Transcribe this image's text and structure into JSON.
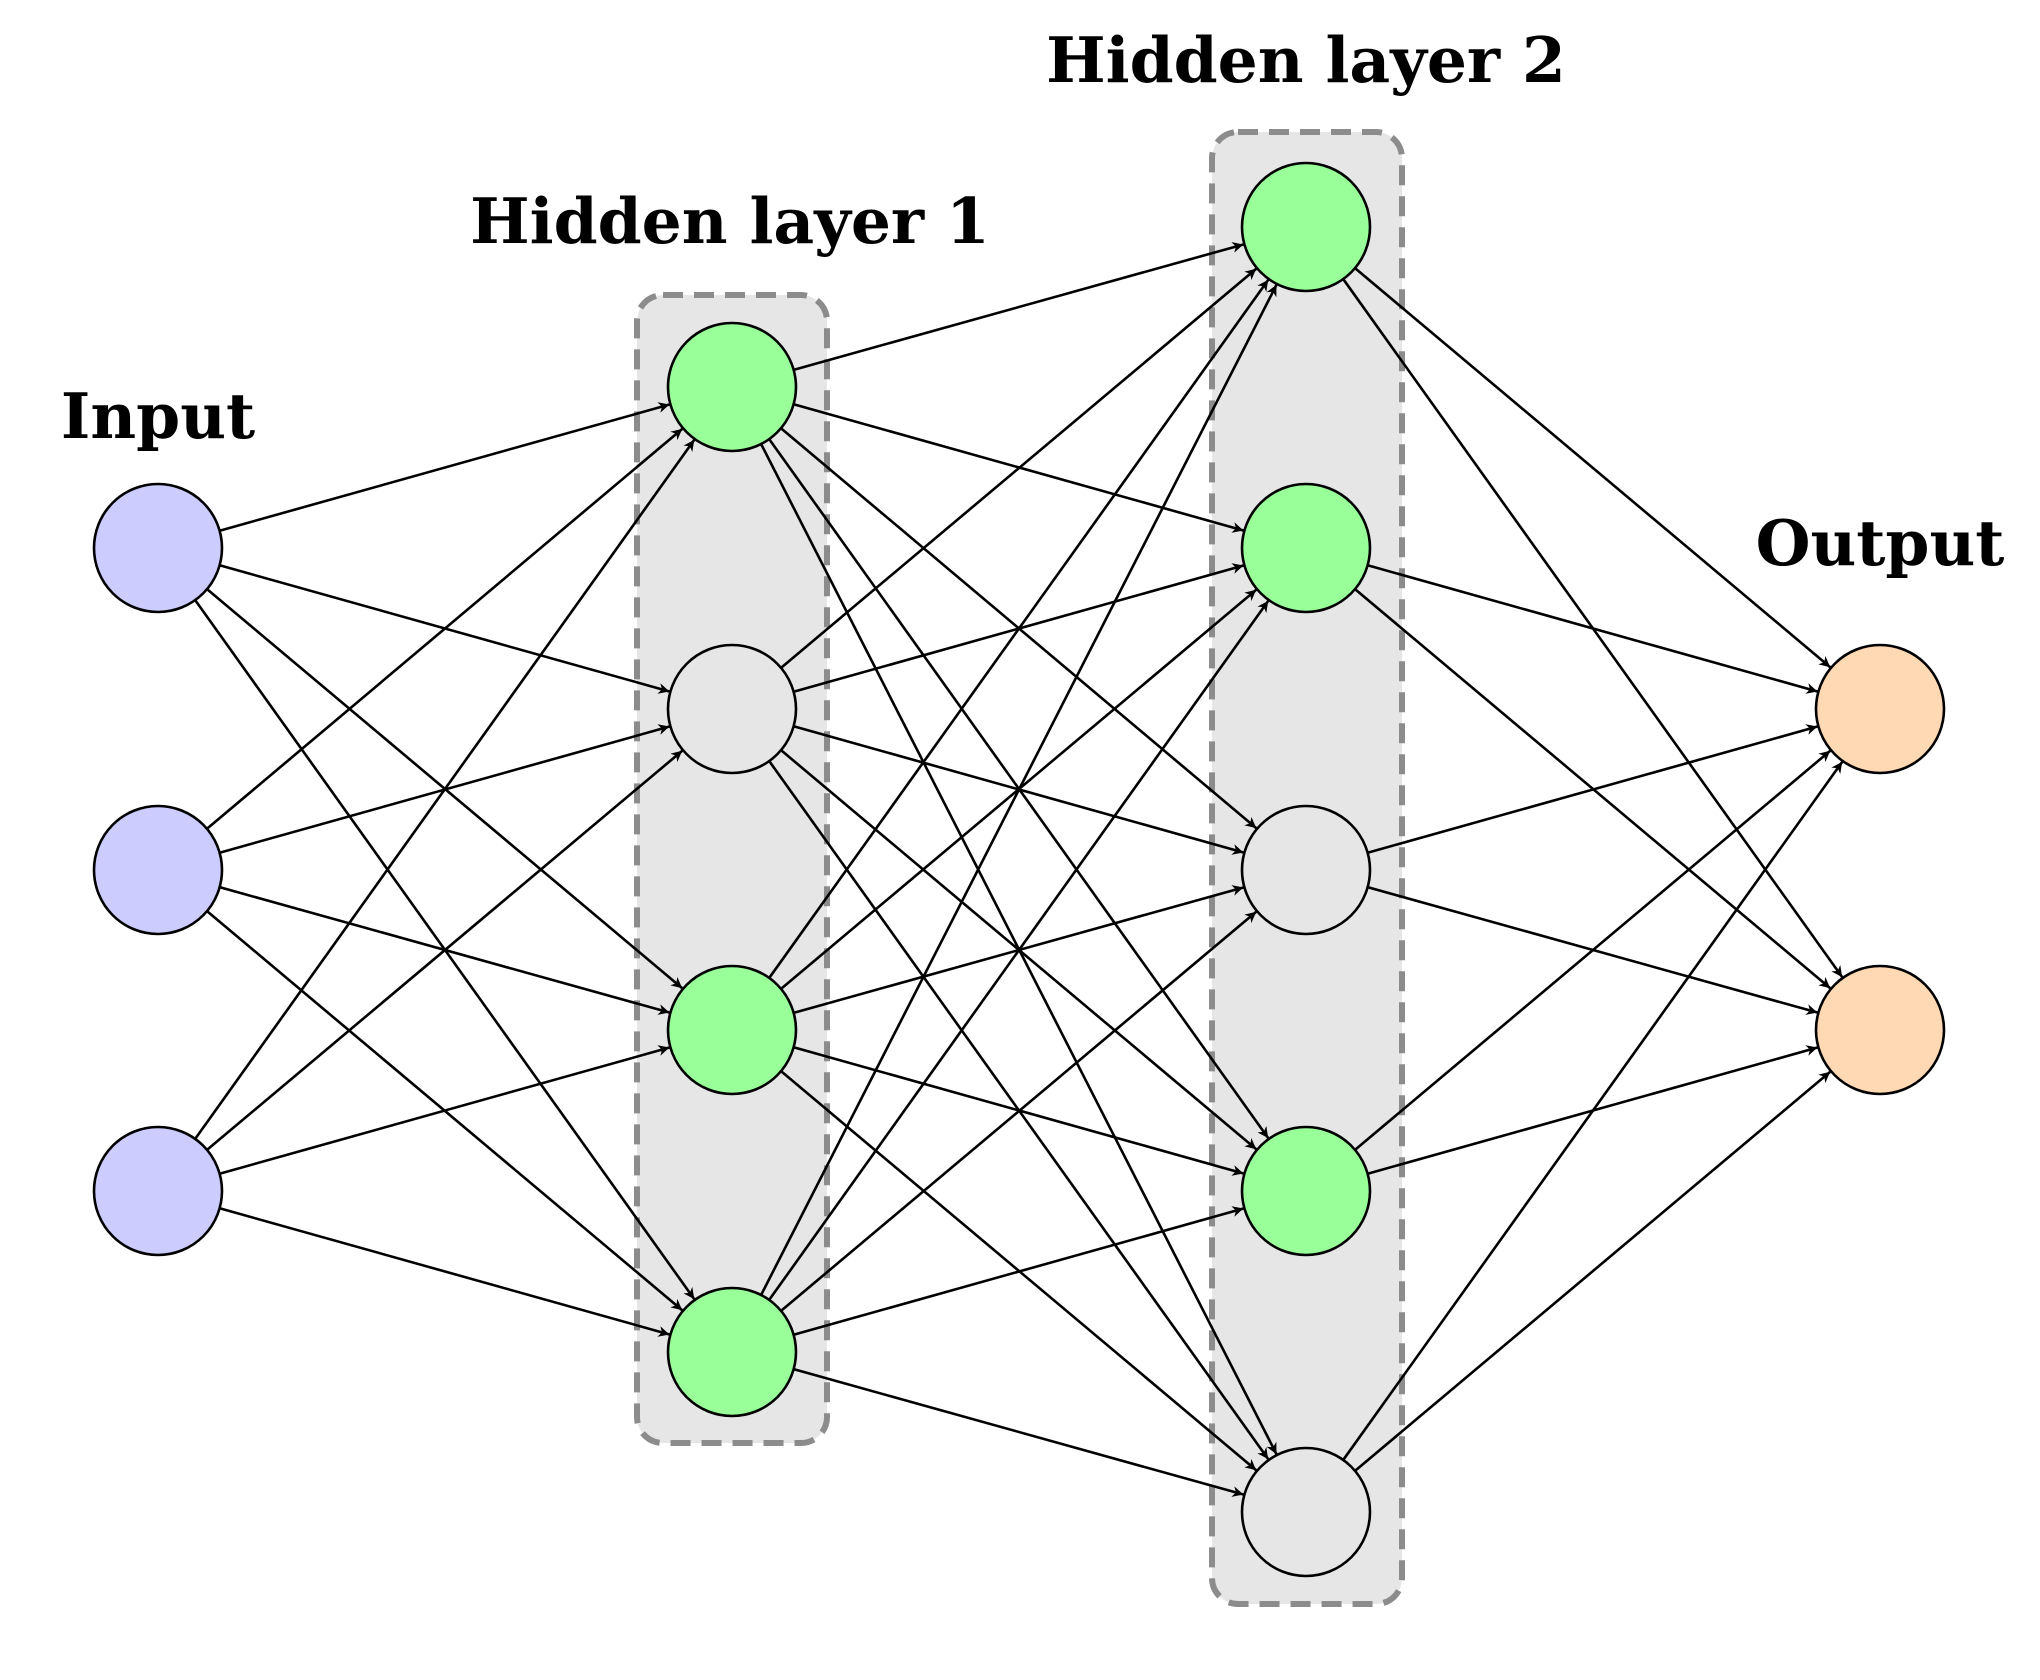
{
  "labels": {
    "input": "Input",
    "hidden1": "Hidden layer 1",
    "hidden2": "Hidden layer 2",
    "output": "Output"
  },
  "colors": {
    "input_node": "#ccccff",
    "active_node": "#99ff99",
    "inactive_node": "#e6e6e6",
    "output_node": "#ffd9b3",
    "layer_box": "#e6e6e6",
    "layer_box_border": "#8c8c8c",
    "edge": "#000000"
  },
  "layers": [
    {
      "name": "input",
      "nodes": [
        "input",
        "input",
        "input"
      ]
    },
    {
      "name": "hidden1",
      "nodes": [
        "active",
        "inactive",
        "active",
        "active"
      ]
    },
    {
      "name": "hidden2",
      "nodes": [
        "active",
        "active",
        "inactive",
        "active",
        "inactive"
      ]
    },
    {
      "name": "output",
      "nodes": [
        "output",
        "output"
      ]
    }
  ],
  "connections": "fully-connected between consecutive layers"
}
